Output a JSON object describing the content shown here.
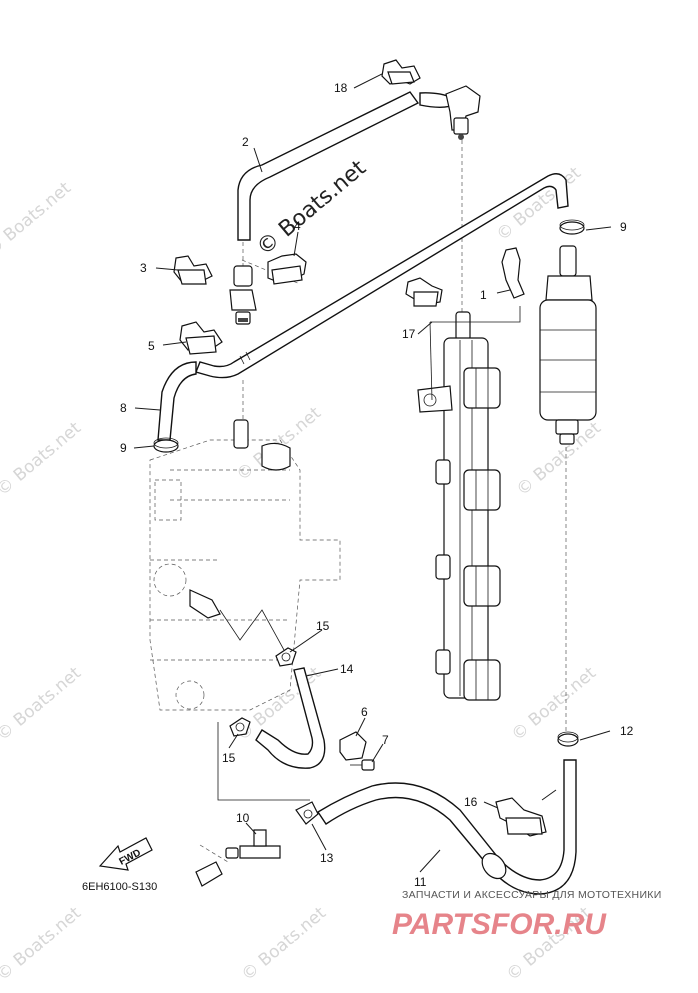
{
  "diagram": {
    "code": "6EH6100-S130",
    "fwd_label": "FWD",
    "watermark": "© Boats.net",
    "watermark_center": "© Boats.net",
    "callouts": [
      "1",
      "2",
      "3",
      "4",
      "5",
      "6",
      "7",
      "8",
      "9",
      "9",
      "10",
      "11",
      "12",
      "13",
      "14",
      "15",
      "15",
      "16",
      "17",
      "18"
    ]
  },
  "branding": {
    "tagline": "ЗАПЧАСТИ И АКСЕССУАРЫ ДЛЯ МОТОТЕХНИКИ",
    "logo": "PARTSFOR.RU"
  }
}
